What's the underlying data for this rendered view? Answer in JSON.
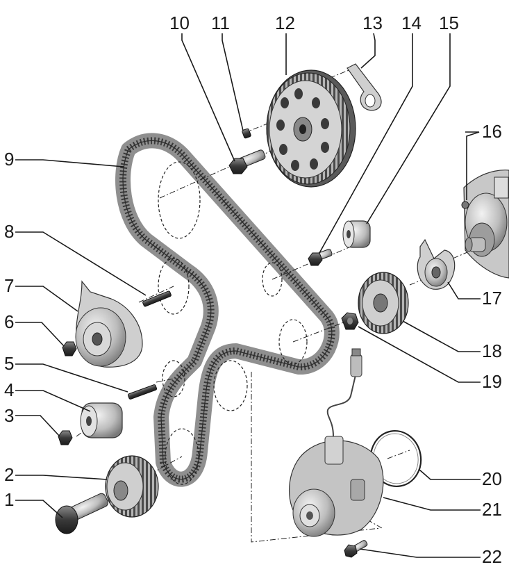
{
  "diagram": {
    "callouts": [
      {
        "id": "1",
        "label": "1"
      },
      {
        "id": "2",
        "label": "2"
      },
      {
        "id": "3",
        "label": "3"
      },
      {
        "id": "4",
        "label": "4"
      },
      {
        "id": "5",
        "label": "5"
      },
      {
        "id": "6",
        "label": "6"
      },
      {
        "id": "7",
        "label": "7"
      },
      {
        "id": "8",
        "label": "8"
      },
      {
        "id": "9",
        "label": "9"
      },
      {
        "id": "10",
        "label": "10"
      },
      {
        "id": "11",
        "label": "11"
      },
      {
        "id": "12",
        "label": "12"
      },
      {
        "id": "13",
        "label": "13"
      },
      {
        "id": "14",
        "label": "14"
      },
      {
        "id": "15",
        "label": "15"
      },
      {
        "id": "16",
        "label": "16"
      },
      {
        "id": "17",
        "label": "17"
      },
      {
        "id": "18",
        "label": "18"
      },
      {
        "id": "19",
        "label": "19"
      },
      {
        "id": "20",
        "label": "20"
      },
      {
        "id": "21",
        "label": "21"
      },
      {
        "id": "22",
        "label": "22"
      }
    ]
  },
  "colors": {
    "part_fill": "#c9c9c9",
    "part_dark": "#6e6e6e",
    "outline": "#2a2a2a",
    "belt": "#9a9a9a",
    "leader": "#1a1a1a"
  }
}
